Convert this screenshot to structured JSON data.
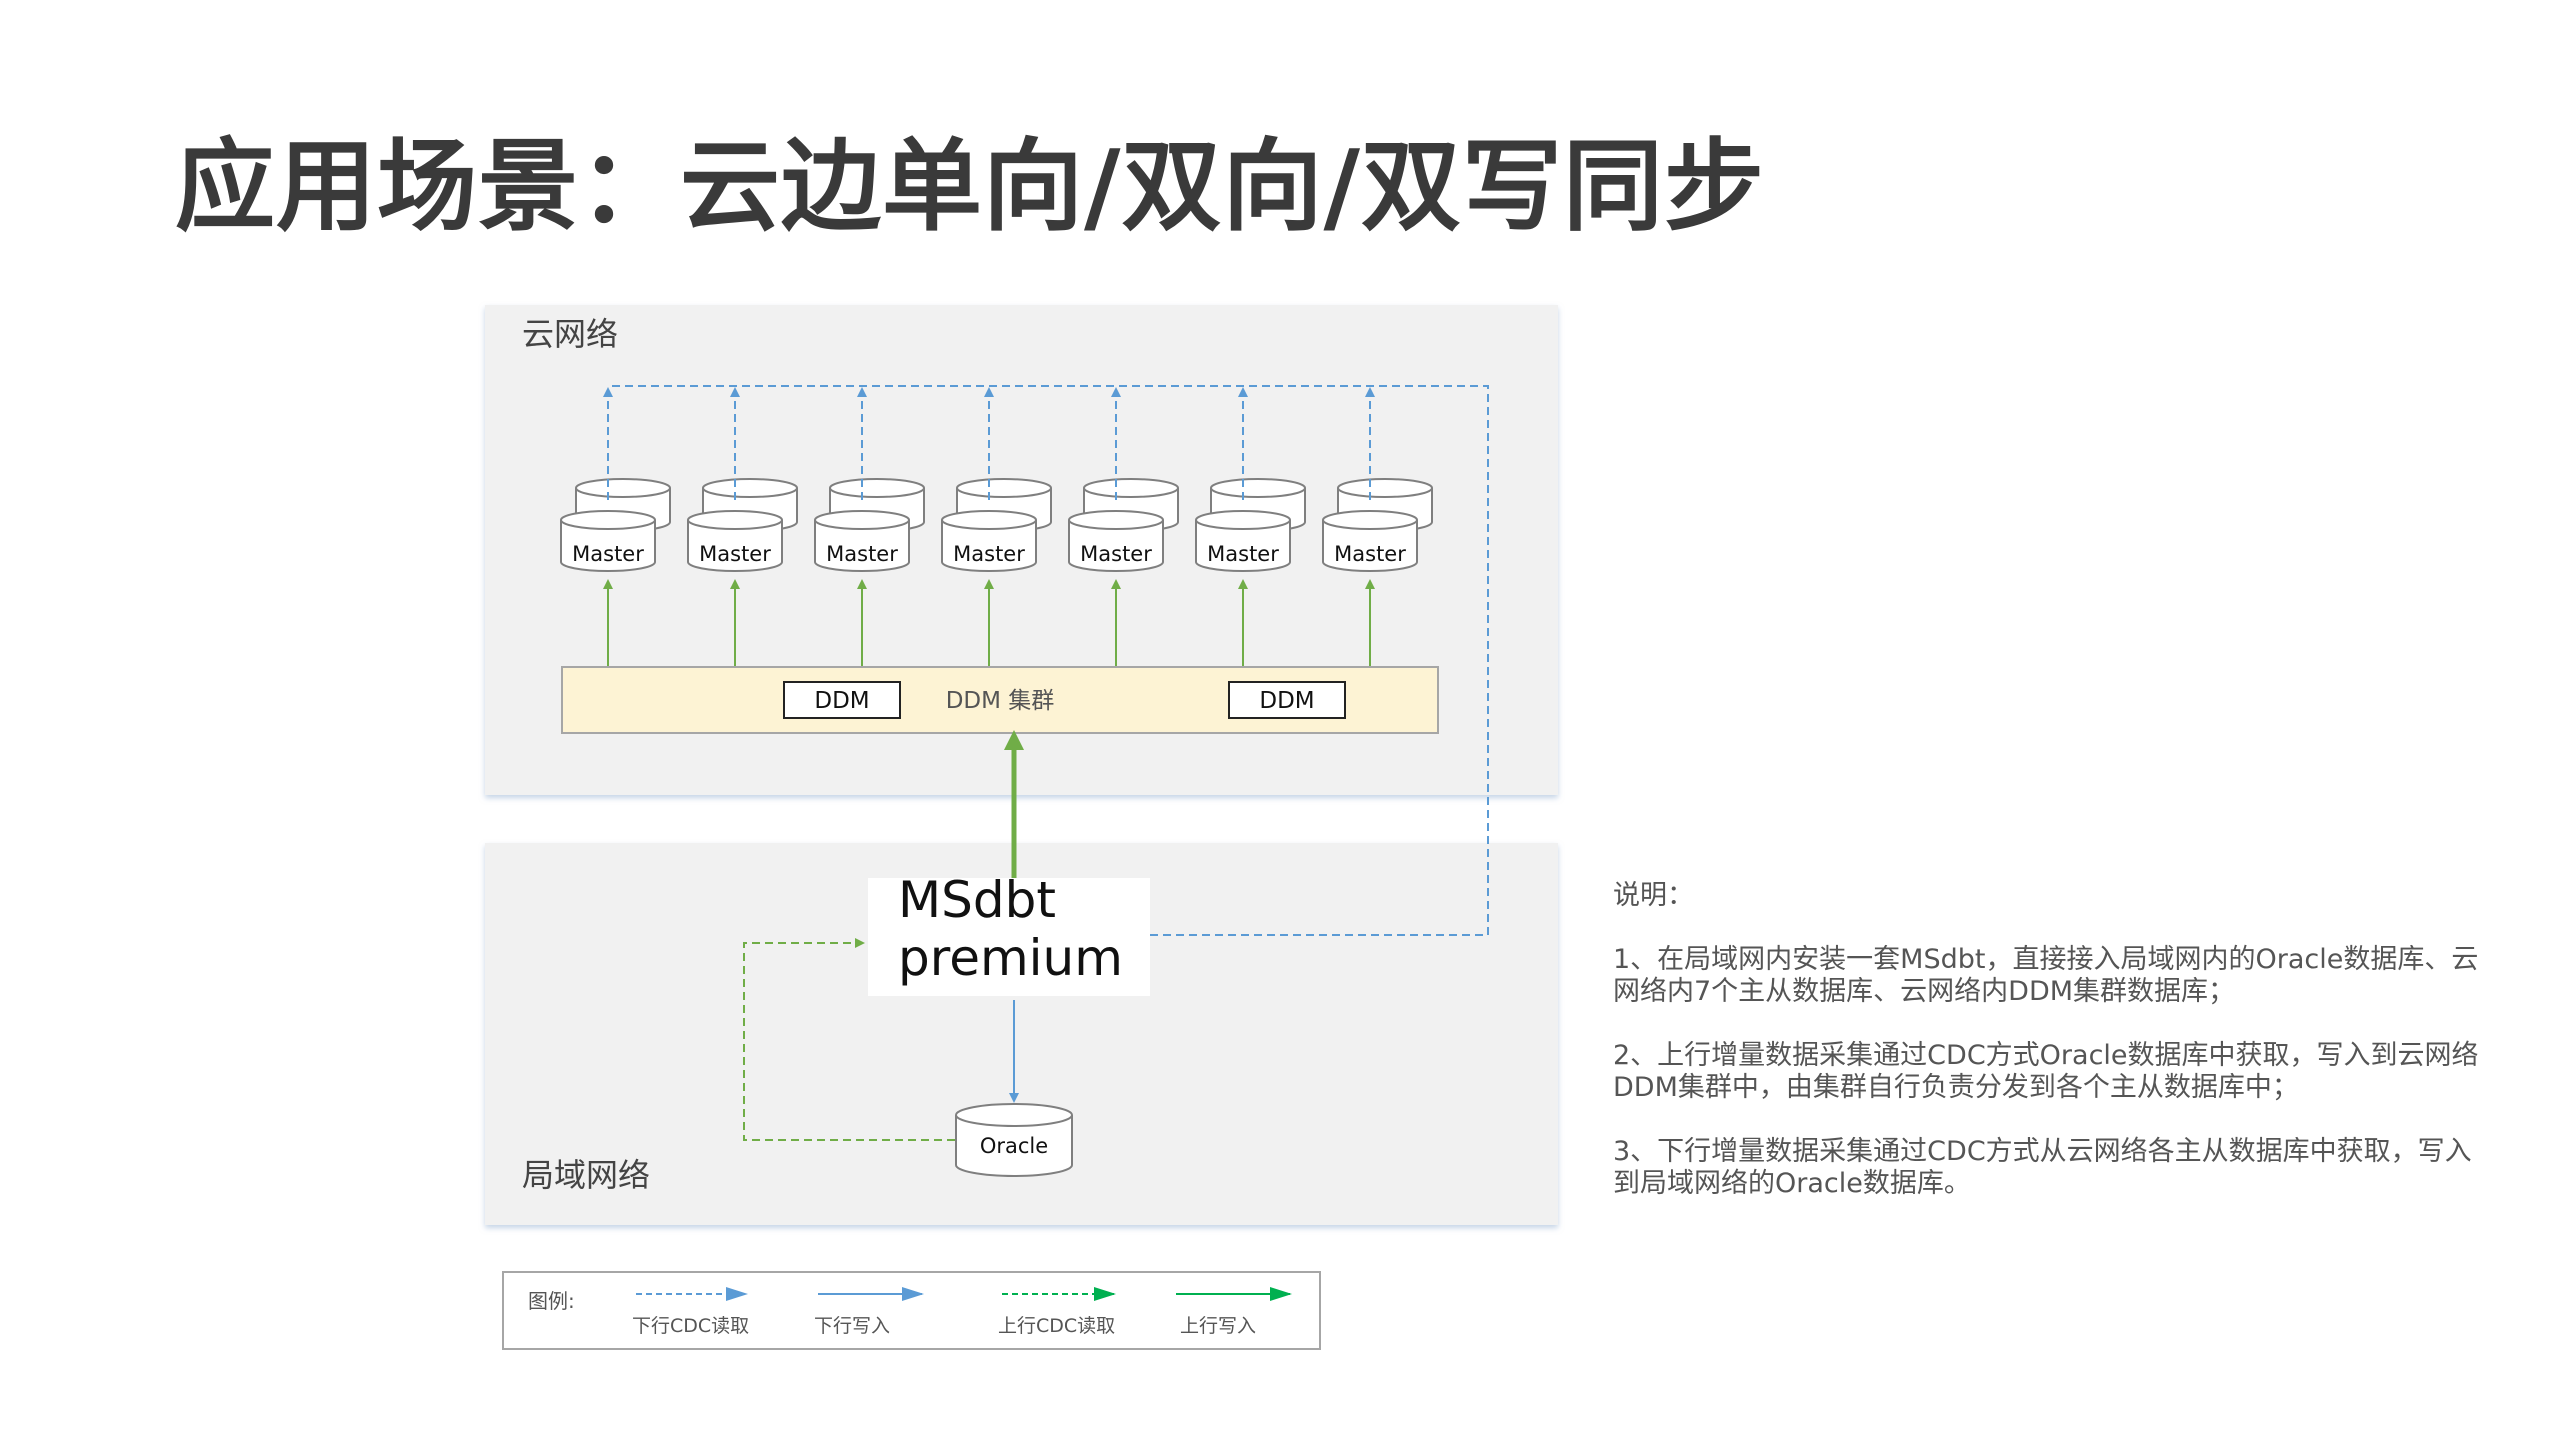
{
  "slide": {
    "title": "应用场景：云边单向/双向/双写同步"
  },
  "diagram": {
    "cloud_label": "云网络",
    "lan_label": "局域网络",
    "master_label": "Master",
    "master_count": 7,
    "ddm_cluster_label": "DDM 集群",
    "ddm_node_labels": [
      "DDM",
      "DDM"
    ],
    "msdbt_lines": [
      "MSdbt",
      "premium"
    ],
    "oracle_label": "Oracle",
    "colors": {
      "zone_bg": "#f1f1f1",
      "ddm_bg": "#fdf3d4",
      "blue_line": "#5b9bd5",
      "green_line": "#70ad47",
      "legend_green": "#00b050"
    }
  },
  "legend": {
    "title": "图例:",
    "items": [
      {
        "label": "下行CDC读取",
        "style": "blue-dashed"
      },
      {
        "label": "下行写入",
        "style": "blue-solid"
      },
      {
        "label": "上行CDC读取",
        "style": "green-dashed"
      },
      {
        "label": "上行写入",
        "style": "green-solid"
      }
    ]
  },
  "notes": {
    "heading": "说明：",
    "items": [
      "1、在局域网内安装一套MSdbt，直接接入局域网内的Oracle数据库、云网络内7个主从数据库、云网络内DDM集群数据库；",
      "2、上行增量数据采集通过CDC方式Oracle数据库中获取，写入到云网络DDM集群中，由集群自行负责分发到各个主从数据库中；",
      "3、下行增量数据采集通过CDC方式从云网络各主从数据库中获取，写入到局域网络的Oracle数据库。"
    ]
  }
}
